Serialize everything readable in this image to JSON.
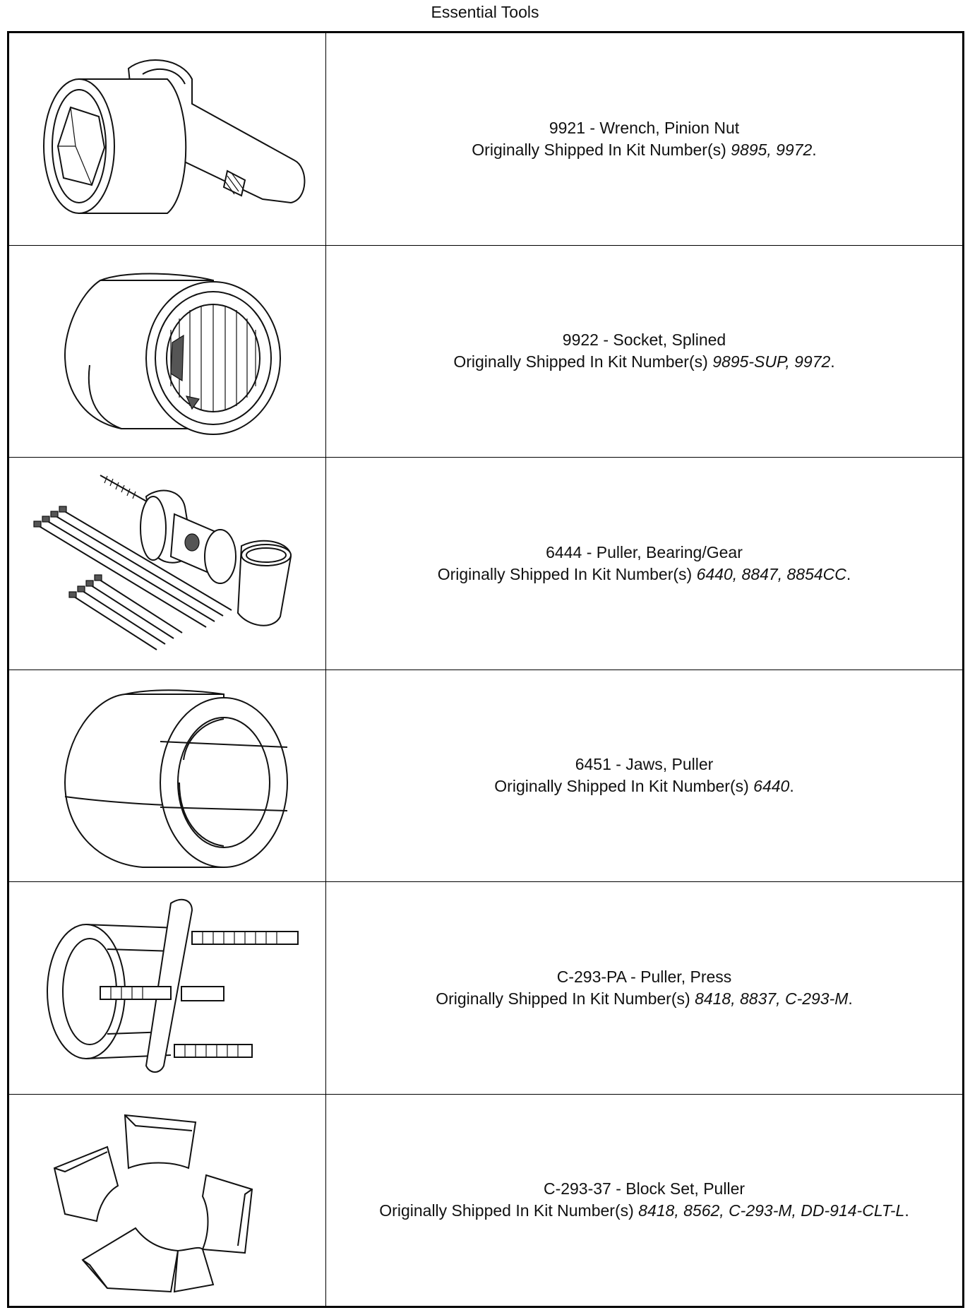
{
  "page": {
    "title": "Essential Tools"
  },
  "tools": [
    {
      "label": "9921 - Wrench, Pinion Nut",
      "kits_prefix": "Originally Shipped In Kit Number(s) ",
      "kits": "9895, 9972",
      "kits_suffix": ".",
      "icon": "pinion-nut-wrench-icon"
    },
    {
      "label": "9922 - Socket, Splined",
      "kits_prefix": "Originally Shipped In Kit Number(s) ",
      "kits": "9895-SUP, 9972",
      "kits_suffix": ".",
      "icon": "splined-socket-icon"
    },
    {
      "label": "6444 - Puller, Bearing/Gear",
      "kits_prefix": "Originally Shipped In Kit Number(s) ",
      "kits": "6440, 8847, 8854CC",
      "kits_suffix": ".",
      "icon": "bearing-gear-puller-icon"
    },
    {
      "label": "6451 - Jaws, Puller",
      "kits_prefix": "Originally Shipped In Kit Number(s) ",
      "kits": "6440",
      "kits_suffix": ".",
      "icon": "puller-jaws-icon"
    },
    {
      "label": "C-293-PA - Puller, Press",
      "kits_prefix": "Originally Shipped In Kit Number(s) ",
      "kits": "8418, 8837, C-293-M",
      "kits_suffix": ".",
      "icon": "press-puller-icon"
    },
    {
      "label": "C-293-37 - Block Set, Puller",
      "kits_prefix": "Originally Shipped In Kit Number(s) ",
      "kits": "8418, 8562, C-293-M, DD-914-CLT-L",
      "kits_suffix": ".",
      "icon": "puller-block-set-icon"
    }
  ]
}
